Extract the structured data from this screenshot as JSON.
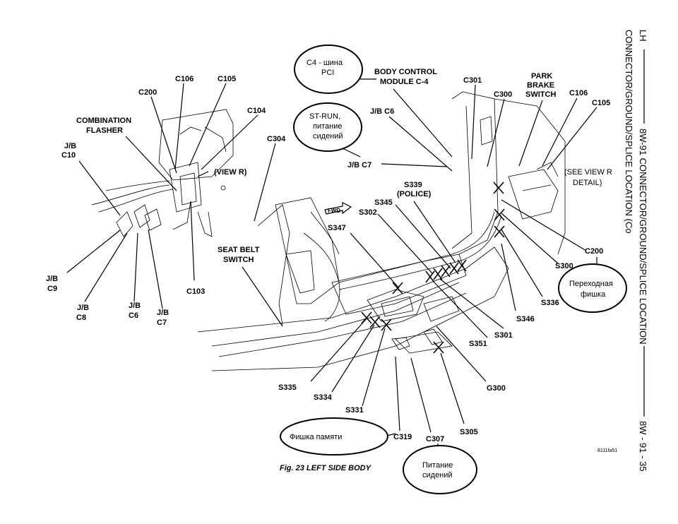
{
  "figure": {
    "caption": "Fig. 23 LEFT SIDE BODY",
    "code": "8111fa51"
  },
  "side_header": {
    "left_text": "LH",
    "title": "8W-91 CONNECTOR/GROUND/SPLICE LOCATION",
    "subtitle": "CONNECTOR/GROUND/SPLICE LOCATION (Co",
    "page": "8W - 91 - 35"
  },
  "labels": {
    "c106_a": "C106",
    "c105_a": "C105",
    "c200_a": "C200",
    "c104": "C104",
    "combination_flasher_1": "COMBINATION",
    "combination_flasher_2": "FLASHER",
    "jb_c10_1": "J/B",
    "jb_c10_2": "C10",
    "view_r": "(VIEW R)",
    "c304": "C304",
    "jb_c9_1": "J/B",
    "jb_c9_2": "C9",
    "jb_c8_1": "J/B",
    "jb_c8_2": "C8",
    "jb_c6a_1": "J/B",
    "jb_c6a_2": "C6",
    "jb_c7a_1": "J/B",
    "jb_c7a_2": "C7",
    "c103": "C103",
    "seat_belt_1": "SEAT BELT",
    "seat_belt_2": "SWITCH",
    "bcm_1": "BODY CONTROL",
    "bcm_2": "MODULE C-4",
    "c301": "C301",
    "c300": "C300",
    "park_brake_1": "PARK",
    "park_brake_2": "BRAKE",
    "park_brake_3": "SWITCH",
    "c106_b": "C106",
    "c105_b": "C105",
    "jb_c6b": "J/B C6",
    "jb_c7b": "J/B C7",
    "see_view_1": "(SEE VIEW R",
    "see_view_2": "DETAIL)",
    "s339_1": "S339",
    "s339_2": "(POLICE)",
    "s345": "S345",
    "s302": "S302",
    "fwd": "FWD",
    "s347": "S347",
    "c200_b": "C200",
    "s300": "S300",
    "s336": "S336",
    "s346": "S346",
    "s301": "S301",
    "s351": "S351",
    "s335": "S335",
    "s334": "S334",
    "s331": "S331",
    "g300": "G300",
    "c319": "C319",
    "c307": "C307",
    "s305": "S305"
  },
  "bubbles": {
    "pci_1": "C4 - шина",
    "pci_2": "PCI",
    "strun_1": "ST-RUN,",
    "strun_2": "питание",
    "strun_3": "сидений",
    "adapter_1": "Переходная",
    "adapter_2": "фишка",
    "memory": "Фишка памяти",
    "seat_power_1": "Питание",
    "seat_power_2": "сидений"
  }
}
